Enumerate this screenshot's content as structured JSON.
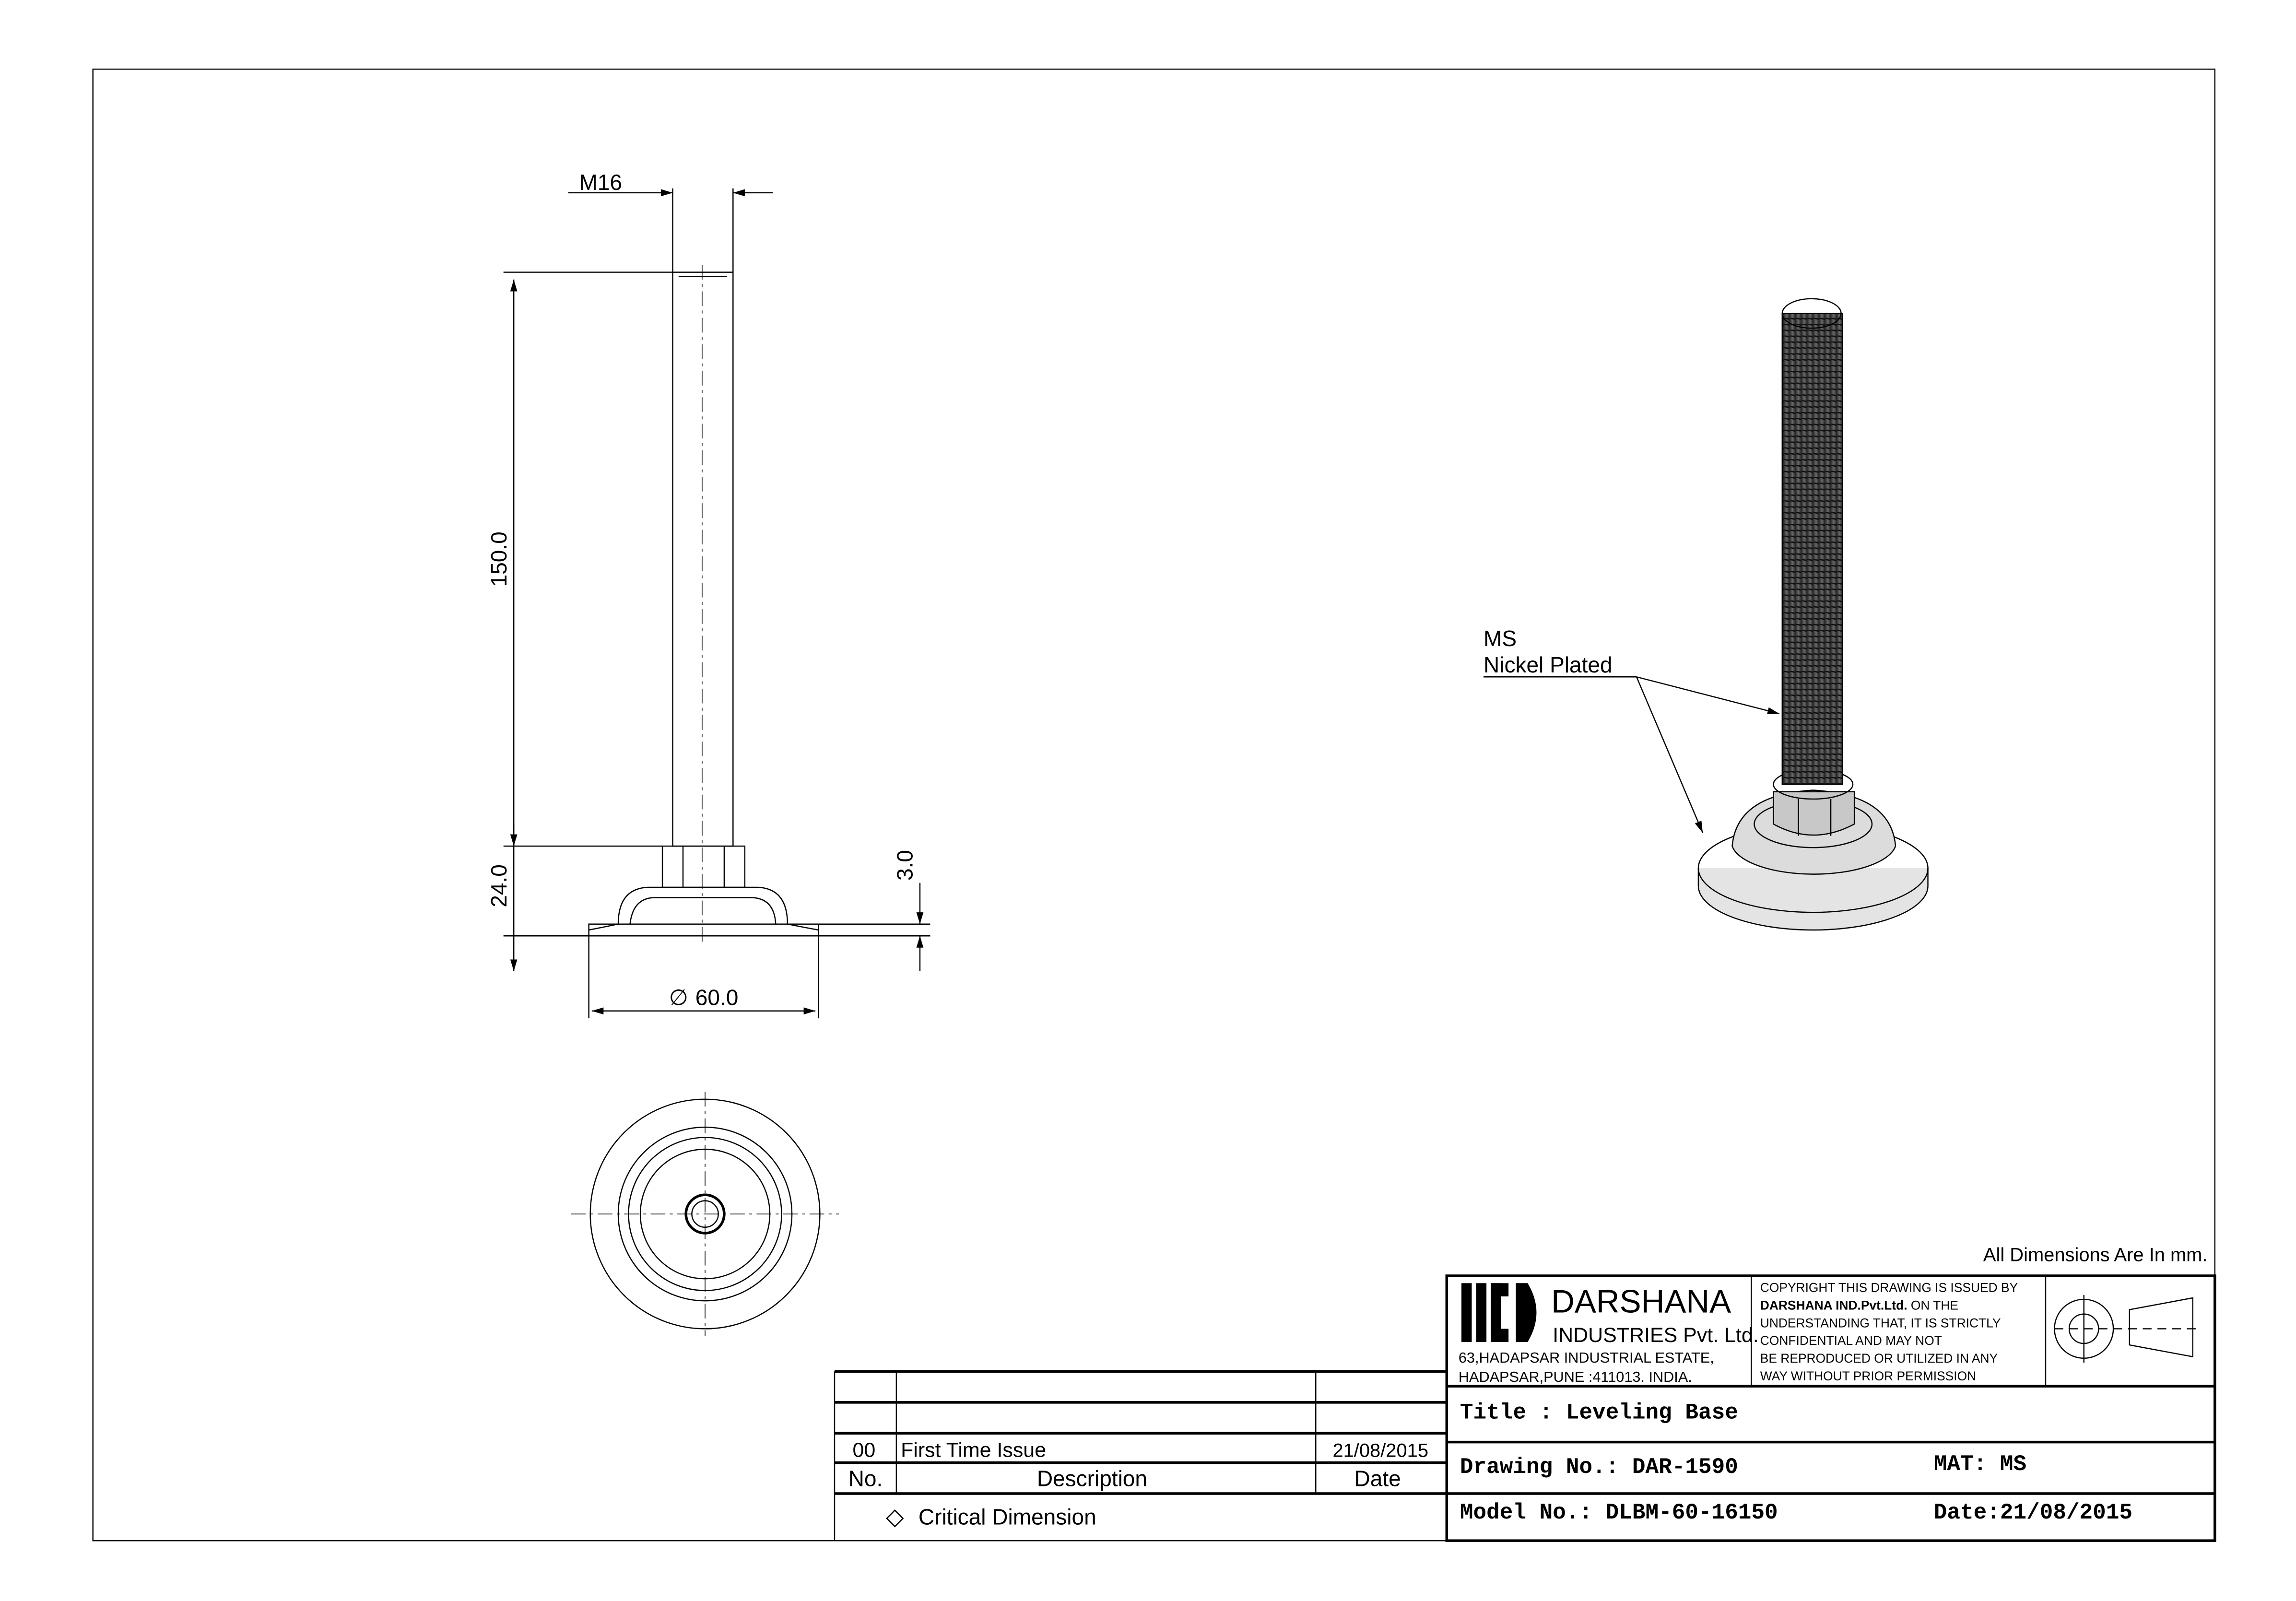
{
  "drawing": {
    "front_view": {
      "thread_label": "M16",
      "height_label": "150.0",
      "base_height_label": "24.0",
      "flange_label": "3.0",
      "diameter_label": "60.0",
      "diameter_symbol": "∅"
    },
    "iso_view": {
      "material_line1": "MS",
      "material_line2": "Nickel Plated"
    },
    "units_note": "All Dimensions Are In mm."
  },
  "company": {
    "name": "DARSHANA",
    "subtitle": "INDUSTRIES Pvt. Ltd.",
    "address_line1": "63,HADAPSAR INDUSTRIAL ESTATE,",
    "address_line2": "HADAPSAR,PUNE :411013. INDIA.",
    "copyright": [
      "COPYRIGHT THIS DRAWING IS ISSUED BY",
      "DARSHANA IND.Pvt.Ltd.",
      " ON THE",
      "UNDERSTANDING THAT, IT IS STRICTLY",
      "CONFIDENTIAL AND MAY NOT",
      "BE REPRODUCED OR UTILIZED IN ANY",
      "WAY WITHOUT PRIOR PERMISSION"
    ]
  },
  "title_block": {
    "title": "Title : Leveling Base",
    "drawing_no": "Drawing No.: DAR-1590",
    "material": "MAT: MS",
    "model_no": "Model No.: DLBM-60-16150",
    "date": "Date:21/08/2015"
  },
  "revisions": {
    "headers": {
      "no": "No.",
      "description": "Description",
      "date": "Date"
    },
    "rows": [
      {
        "no": "00",
        "description": "First Time Issue",
        "date": "21/08/2015"
      }
    ],
    "critical_symbol": "◇",
    "critical_label": "Critical Dimension"
  }
}
